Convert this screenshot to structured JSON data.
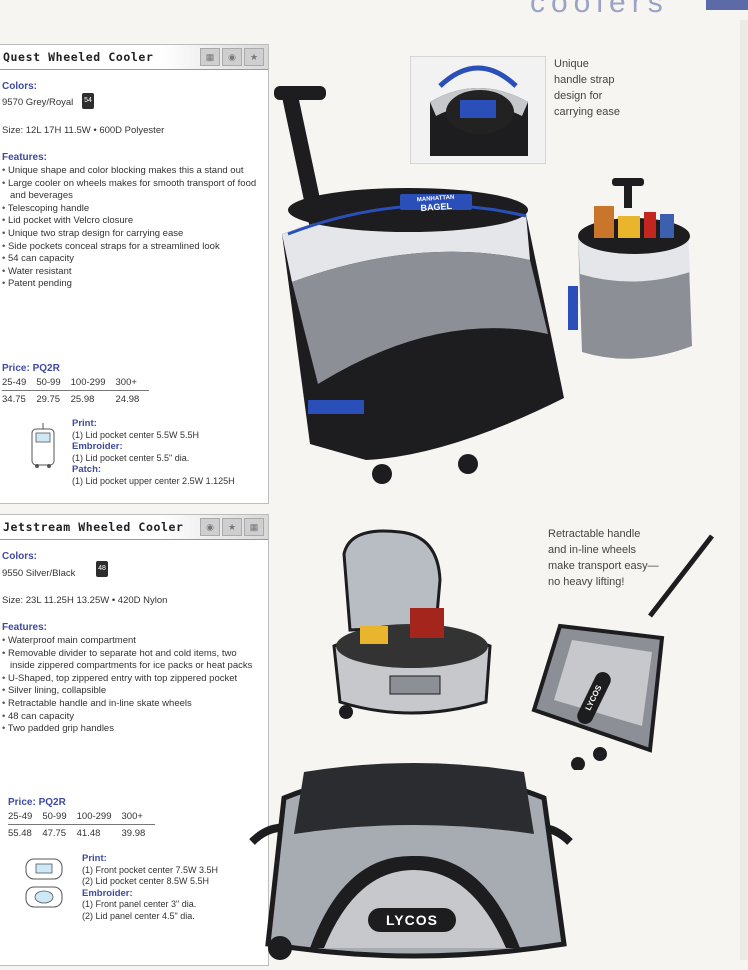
{
  "section": {
    "word": "coolers"
  },
  "quest": {
    "title": "Quest Wheeled Cooler",
    "colors_label": "Colors:",
    "color_value": "9570 Grey/Royal",
    "can_count": "54",
    "size": "Size: 12L 17H 11.5W • 600D Polyester",
    "features_label": "Features:",
    "features": [
      "Unique shape and color blocking makes this a stand out",
      "Large cooler on wheels makes for smooth transport of food and beverages",
      "Telescoping handle",
      "Lid pocket with Velcro closure",
      "Unique two strap design for carrying ease",
      "Side pockets conceal straps for a streamlined look",
      "54 can capacity",
      "Water resistant",
      "Patent pending"
    ],
    "price_label": "Price: PQ2R",
    "price_qty": [
      "25-49",
      "50-99",
      "100-299",
      "300+"
    ],
    "price_amt": [
      "34.75",
      "29.75",
      "25.98",
      "24.98"
    ],
    "print_label": "Print:",
    "print_lines": [
      "(1) Lid pocket center 5.5W 5.5H"
    ],
    "embroider_label": "Embroider:",
    "embroider_lines": [
      "(1) Lid pocket center 5.5\" dia."
    ],
    "patch_label": "Patch:",
    "patch_lines": [
      "(1) Lid pocket upper center 2.5W 1.125H"
    ]
  },
  "jetstream": {
    "title": "Jetstream Wheeled Cooler",
    "colors_label": "Colors:",
    "color_value": "9550 Silver/Black",
    "can_count": "48",
    "size": "Size: 23L 11.25H 13.25W • 420D Nylon",
    "features_label": "Features:",
    "features": [
      "Waterproof main compartment",
      "Removable divider to separate hot and cold items, two inside zippered compartments for ice packs or heat packs",
      "U-Shaped, top zippered entry with top zippered pocket",
      "Silver lining, collapsible",
      "Retractable handle and in-line skate wheels",
      "48 can capacity",
      "Two padded grip handles"
    ],
    "price_label": "Price: PQ2R",
    "price_qty": [
      "25-49",
      "50-99",
      "100-299",
      "300+"
    ],
    "price_amt": [
      "55.48",
      "47.75",
      "41.48",
      "39.98"
    ],
    "print_label": "Print:",
    "print_lines": [
      "(1) Front pocket center 7.5W 3.5H",
      "(2) Lid pocket center 8.5W 5.5H"
    ],
    "embroider_label": "Embroider:",
    "embroider_lines": [
      "(1) Front panel center 3\" dia.",
      "(2) Lid panel center 4.5\" dia."
    ]
  },
  "captions": {
    "strap": [
      "Unique",
      "handle strap",
      "design for",
      "carrying ease"
    ],
    "wheels": [
      "Retractable handle",
      "and in-line wheels",
      "make transport easy—",
      "no heavy lifting!"
    ]
  },
  "logos": {
    "bagel_top": "MANHATTAN",
    "bagel_main": "BAGEL",
    "lycos": "LYCOS"
  },
  "colors": {
    "accent_blue": "#3d4aa0",
    "royal": "#2a4fb8",
    "grey": "#8c8f95",
    "silver": "#c6c8cc",
    "black": "#1d1d1f"
  },
  "icons": [
    "category-icon",
    "embroider-icon",
    "star-icon"
  ]
}
